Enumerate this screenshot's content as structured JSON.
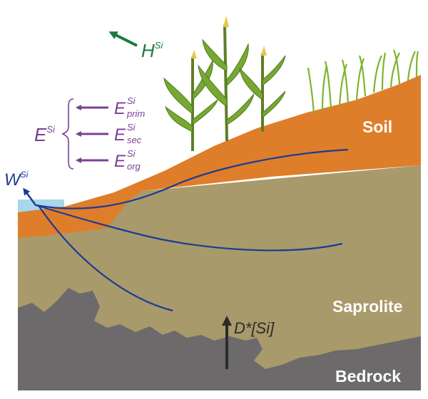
{
  "colors": {
    "soil": "#df7e2a",
    "saprolite": "#a89a6a",
    "bedrock": "#6c6a6b",
    "water": "#a8d6ea",
    "flowline": "#1d3b95",
    "plant_flux": "#1c7a3c",
    "export_flux": "#7b3f97",
    "weathering_flux": "#1d3b95",
    "diffusion_arrow": "#2b2b2b"
  },
  "layers": {
    "soil": "Soil",
    "saprolite": "Saprolite",
    "bedrock": "Bedrock"
  },
  "fluxes": {
    "plant": {
      "symbol": "H",
      "sup": "Si"
    },
    "export": {
      "symbol": "E",
      "sup": "Si",
      "components": [
        {
          "symbol": "E",
          "sup": "Si",
          "sub": "prim"
        },
        {
          "symbol": "E",
          "sup": "Si",
          "sub": "sec"
        },
        {
          "symbol": "E",
          "sup": "Si",
          "sub": "org"
        }
      ]
    },
    "weathering": {
      "symbol": "W",
      "sup": "Si"
    },
    "diffusion": {
      "label": "D*[Si]"
    }
  },
  "icons": [
    "corn-plants-icon",
    "grass-tuft-icon"
  ]
}
